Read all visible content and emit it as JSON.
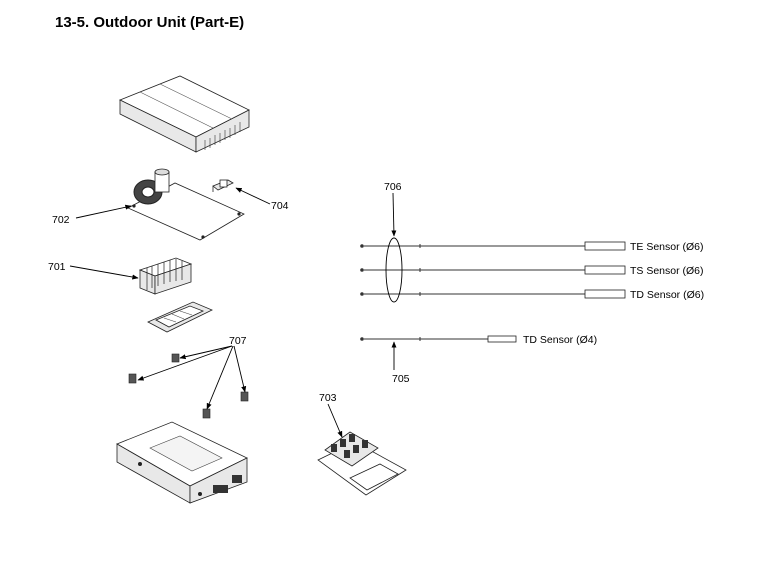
{
  "title": "13-5. Outdoor Unit (Part-E)",
  "callouts": {
    "p701": "701",
    "p702": "702",
    "p703": "703",
    "p704": "704",
    "p705": "705",
    "p706": "706",
    "p707": "707"
  },
  "sensors": {
    "te": "TE Sensor (Ø6)",
    "ts": "TS Sensor (Ø6)",
    "td6": "TD Sensor (Ø6)",
    "td4": "TD Sensor (Ø4)"
  }
}
